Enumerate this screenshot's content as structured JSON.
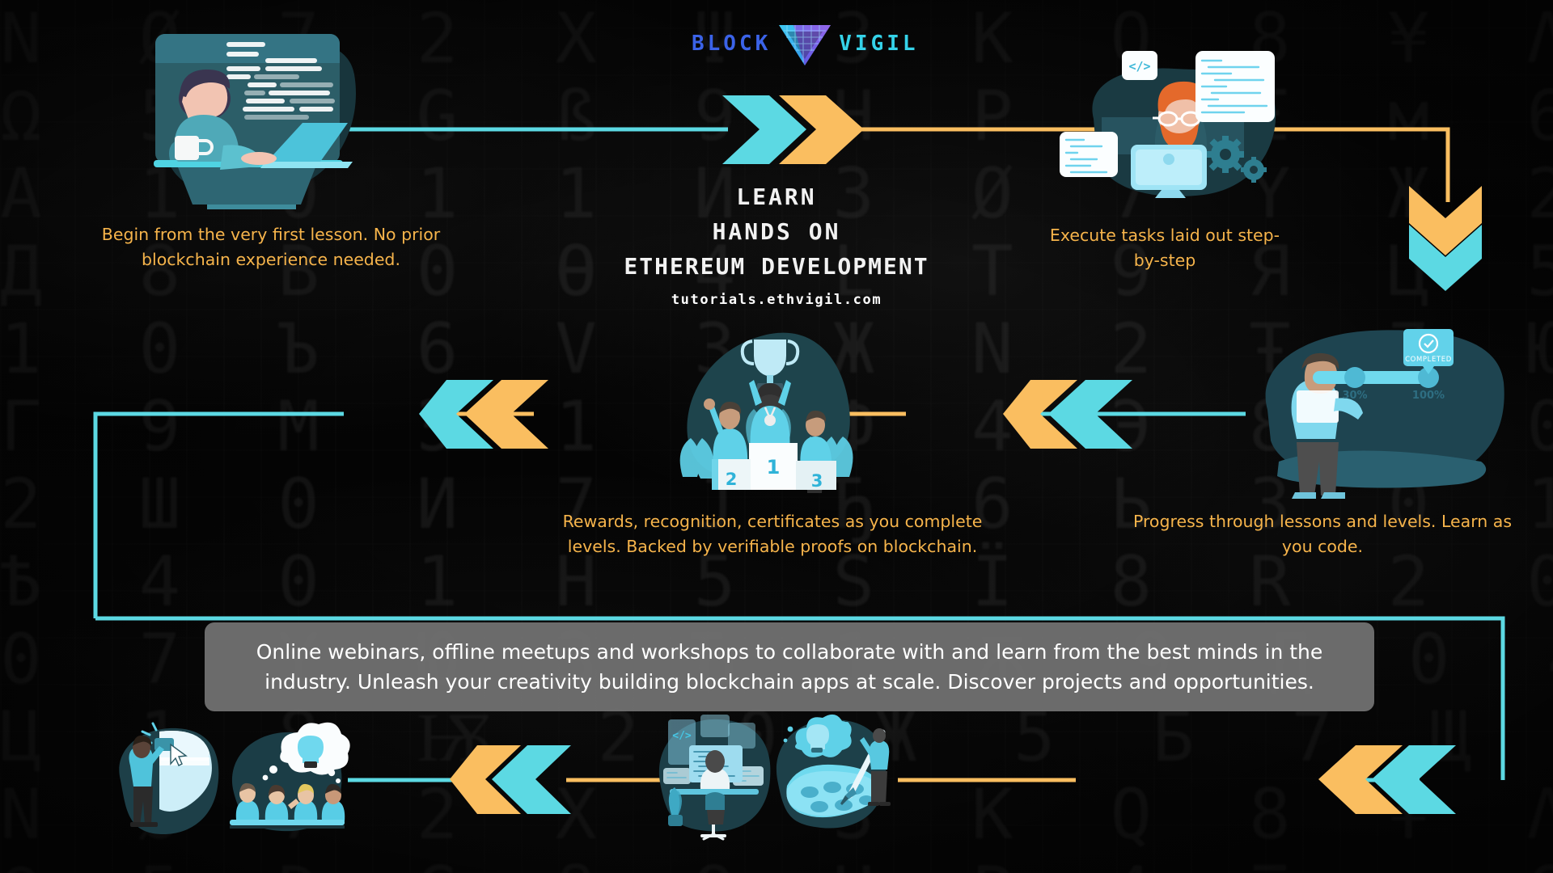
{
  "brand": {
    "word_left": "BLOCK",
    "word_right": "VIGIL",
    "logo_icon": "blockvigil-triangle-logo"
  },
  "headline": {
    "line1": "LEARN",
    "line2": "HANDS ON",
    "line3": "ETHEREUM DEVELOPMENT",
    "url": "tutorials.ethvigil.com"
  },
  "captions": {
    "first_lesson": "Begin from the very first lesson. No prior blockchain experience needed.",
    "execute_tasks": "Execute tasks laid out step-by-step",
    "rewards": "Rewards, recognition, certificates as you complete levels. Backed by verifiable proofs on blockchain.",
    "progress": "Progress through lessons and levels. Learn as you code."
  },
  "banner": {
    "text": "Online webinars, offline meetups and workshops to collaborate with and learn from the best minds in the industry. Unleash your creativity building blockchain apps at scale. Discover projects and opportunities."
  },
  "illustrations": {
    "developer_desk": {
      "name": "person-coding-at-desk-illustration"
    },
    "bearded_dev": {
      "name": "bearded-developer-code-cards-illustration",
      "code_badge": "</>"
    },
    "progress": {
      "name": "progress-tracking-illustration",
      "marker_low": "30%",
      "marker_high": "100%",
      "badge": "COMPLETED",
      "badge_icon": "check-circle-icon"
    },
    "podium": {
      "name": "winners-podium-trophy-illustration",
      "place_first": "1",
      "place_second": "2",
      "place_third": "3"
    },
    "whiteboard": {
      "name": "person-at-whiteboard-illustration",
      "cursor_icon": "mouse-pointer-icon"
    },
    "meetup": {
      "name": "group-brainstorm-lightbulb-illustration",
      "idea_icon": "lightbulb-icon"
    },
    "workstation": {
      "name": "developer-workstation-illustration",
      "code_badge": "</>"
    },
    "creativity": {
      "name": "paint-palette-creativity-illustration",
      "idea_icon": "lightbulb-icon"
    }
  },
  "arrows": {
    "top_right": "double-chevron-right-arrow",
    "right_down": "double-chevron-down-arrow",
    "mid_left_outer": "double-chevron-left-arrow",
    "mid_left_inner": "double-chevron-left-arrow",
    "bottom_left_inner": "double-chevron-left-arrow",
    "bottom_left_outer": "double-chevron-left-arrow"
  },
  "colors": {
    "cyan": "#5CD9E3",
    "orange": "#FABE60",
    "caption": "#F6B44B",
    "banner_bg": "#747474",
    "logo_blue": "#3B63E8",
    "logo_cyan": "#35D2E8",
    "illus_blob": "#1C3C44",
    "background": "#050505"
  },
  "bg_glyph_rows": [
    "N Ø 7 2 X Ψ 3 K Q 8 ¥ Λ 0 1 W",
    "Ω 5 D G ß 9 H P 4 Ξ м 6 E Z Ч",
    "A 1 0 1 1 И 3 Ø 7 Y Ж 2 F U C",
    "Д 8 B 0 Ѳ 4 L T 9 Я Ц 5 O K S",
    "1 0 Ъ 6 V 3 Ж N 2 Ŧ 7 Ю Б 0 R",
    "Г 9 M Э 1 X Ф 4 Э 8 1 0 Щ A 5",
    "2 Ш 0 И 7 J Ђ 6 Ь 3 0 1 Ц У 9",
    "Ѣ 4 0 1 Н 5 Ѕ Ї 8 R 2 0 К Ж 6",
    "0 7 Y Ю 3 Ћ 1 Ѫ 9 Д 0 4 Є M 1",
    "Ц 1 8 Ѭ 2 0 Ж 5 Б 7 Щ 3 0 V 4"
  ]
}
